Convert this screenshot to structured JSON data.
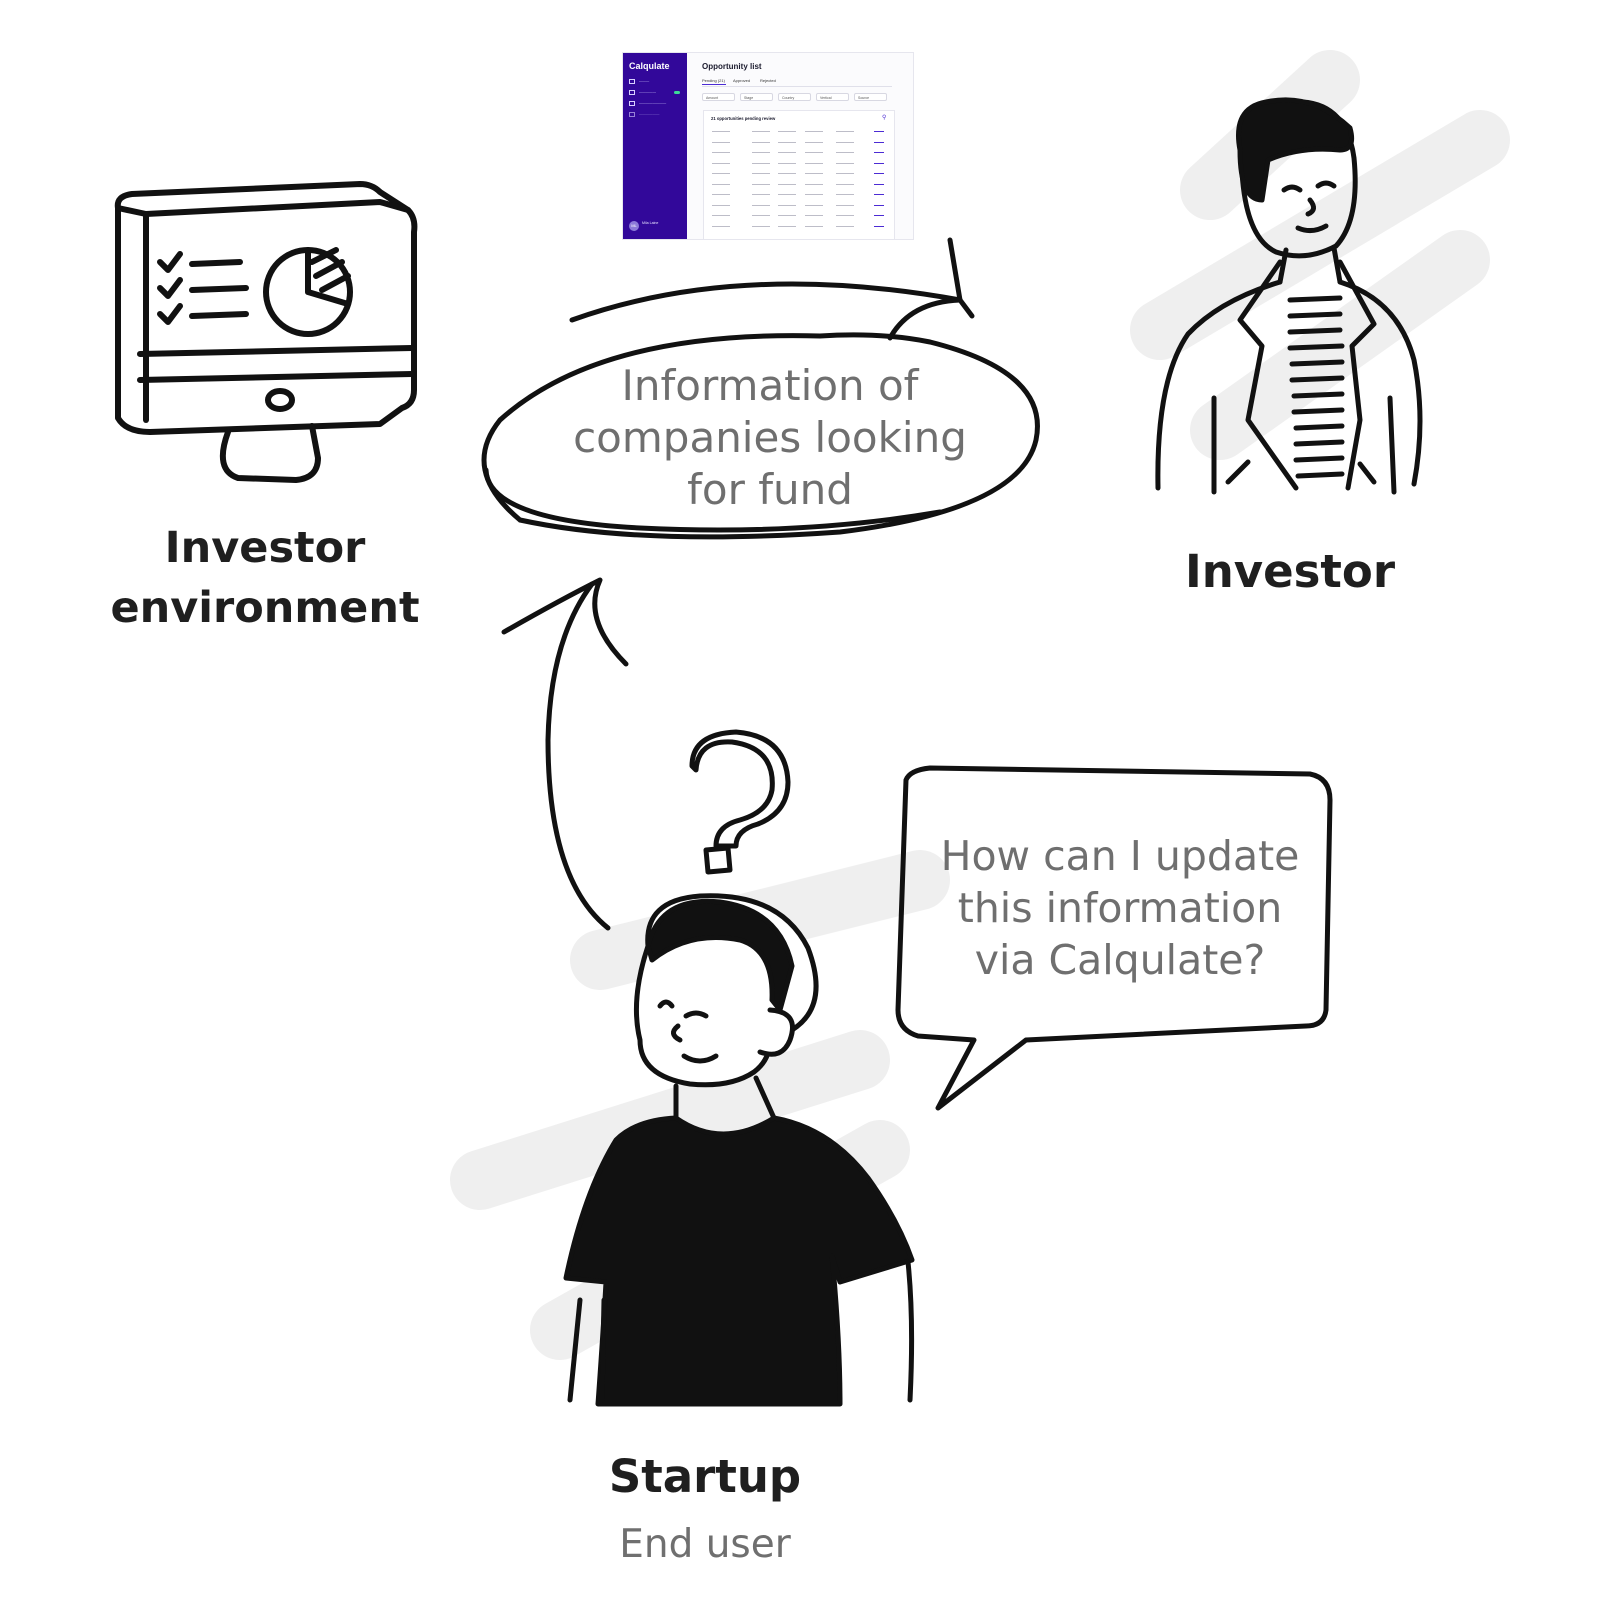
{
  "labels": {
    "investor_environment": [
      "Investor",
      "environment"
    ],
    "investor": "Investor",
    "startup": "Startup",
    "end_user": "End user"
  },
  "info_bubble": [
    "Information of",
    "companies looking",
    "for fund"
  ],
  "question_bubble": [
    "How can I update",
    "this information",
    "via Calqulate?"
  ],
  "app_screenshot": {
    "logo": "Calqulate",
    "title": "Opportunity list",
    "tabs": [
      "Pending (21)",
      "Approved",
      "Rejected"
    ],
    "filters": [
      "Amount",
      "Stage",
      "Country",
      "Vertical",
      "Source"
    ],
    "card_heading": "21 opportunities pending review",
    "user_initials": "ML",
    "user_name": "Mila Laine"
  },
  "colors": {
    "ink": "#111111",
    "label": "#1f1f1f",
    "soft_text": "#6f6f6f",
    "shadow_stroke": "#efefef",
    "app_sidebar": "#32089a",
    "app_accent": "#4b2bd4"
  },
  "icons": [
    "monitor-icon",
    "question-mark-icon",
    "arrow-icon"
  ]
}
